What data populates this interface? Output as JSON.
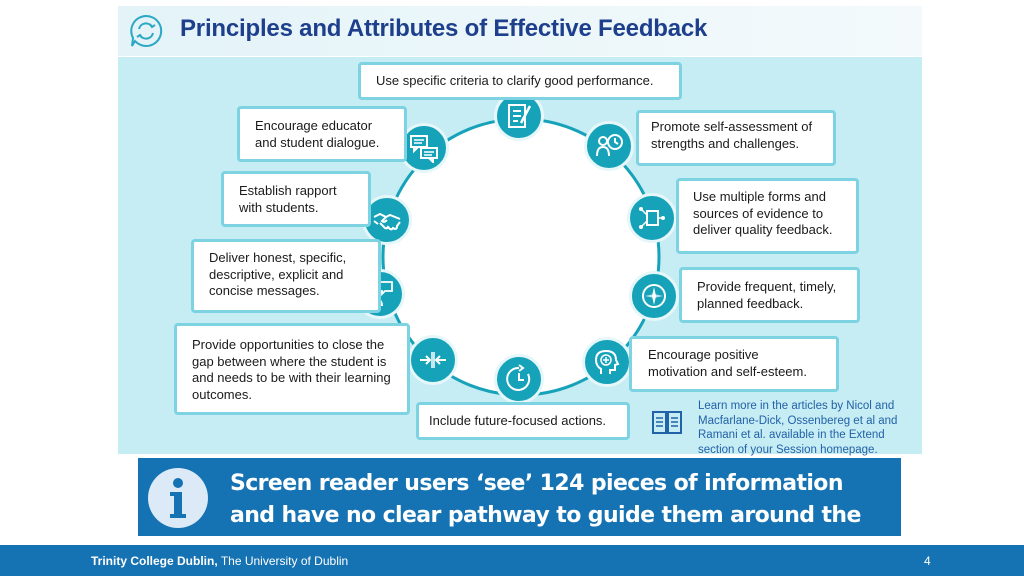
{
  "slide": {
    "title": "Principles and Attributes of Effective Feedback",
    "cards": [
      "Use specific criteria to clarify good performance.",
      "Promote self-assessment of strengths and challenges.",
      "Use multiple forms and sources of evidence to deliver quality feedback.",
      "Provide frequent, timely, planned feedback.",
      "Encourage positive motivation and self-esteem.",
      "Include future-focused actions.",
      "Provide opportunities to close the gap between where the student is and needs to be with their learning outcomes.",
      "Deliver honest, specific, descriptive, explicit and concise messages.",
      "Establish rapport with students.",
      "Encourage educator and student dialogue."
    ],
    "learn_more": "Learn more in the articles by Nicol and Macfarlane-Dick, Ossenbereg et al and Ramani et al. available in the Extend section of your Session homepage.",
    "banner_text": "Screen reader users ‘see’ 124 pieces of information and have no clear pathway to guide them around the content.",
    "footer": {
      "institution": "Trinity College Dublin,",
      "university": "The University of Dublin",
      "page_number": "4"
    }
  },
  "icons": [
    "refresh-chat-icon",
    "checklist-pen-icon",
    "person-clock-icon",
    "document-network-icon",
    "compass-icon",
    "head-plus-icon",
    "clock-arrow-icon",
    "arrows-inward-icon",
    "person-chat-icon",
    "handshake-icon",
    "chat-bubbles-icon",
    "book-icon",
    "info-icon"
  ],
  "colors": {
    "title": "#1d3f8c",
    "diagram_bg": "#c6ecf4",
    "node": "#16a2b8",
    "card_border": "#7ed3e2",
    "banner": "#1572b3",
    "learn_more_text": "#2262a8"
  }
}
